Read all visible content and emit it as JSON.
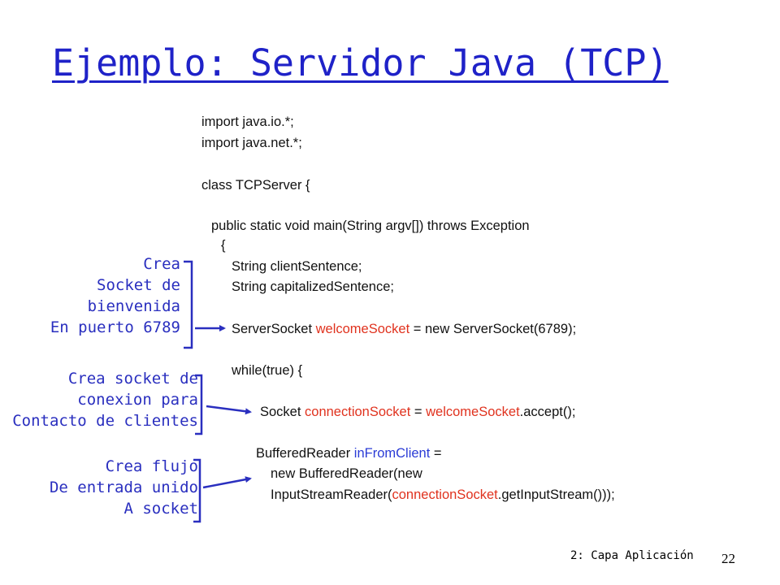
{
  "slide": {
    "title": "Ejemplo: Servidor Java (TCP)",
    "code": {
      "l1": "import java.io.*;",
      "l2": "import java.net.*;",
      "l3": "class TCPServer {",
      "l4": "public static void main(String argv[]) throws Exception",
      "l5": "{",
      "l6": "String clientSentence;",
      "l7": "String capitalizedSentence;",
      "l8": {
        "a": "ServerSocket ",
        "b": "welcomeSocket",
        "c": " = new ServerSocket(6789);"
      },
      "l9": "while(true) {",
      "l10": {
        "a": "Socket ",
        "b": "connectionSocket",
        "c": " = ",
        "d": "welcomeSocket",
        "e": ".accept();"
      },
      "l11": {
        "a": "BufferedReader ",
        "b": "inFromClient",
        "c": " ="
      },
      "l12": "new BufferedReader(new",
      "l13": {
        "a": "InputStreamReader(",
        "b": "connectionSocket",
        "c": ".getInputStream()));"
      }
    },
    "notes": {
      "n1": [
        "Crea",
        "Socket de",
        "bienvenida",
        "En puerto 6789"
      ],
      "n2": [
        "Crea socket de",
        "conexion para",
        "Contacto de clientes"
      ],
      "n3": [
        "Crea flujo",
        "De entrada unido",
        "A socket"
      ]
    },
    "footer": "2: Capa Aplicación",
    "page_number": "22",
    "colors": {
      "title": "#1f22c8",
      "annotation": "#2a2fbf",
      "highlight_red": "#e0321e",
      "highlight_blue": "#2b3cd6"
    }
  }
}
